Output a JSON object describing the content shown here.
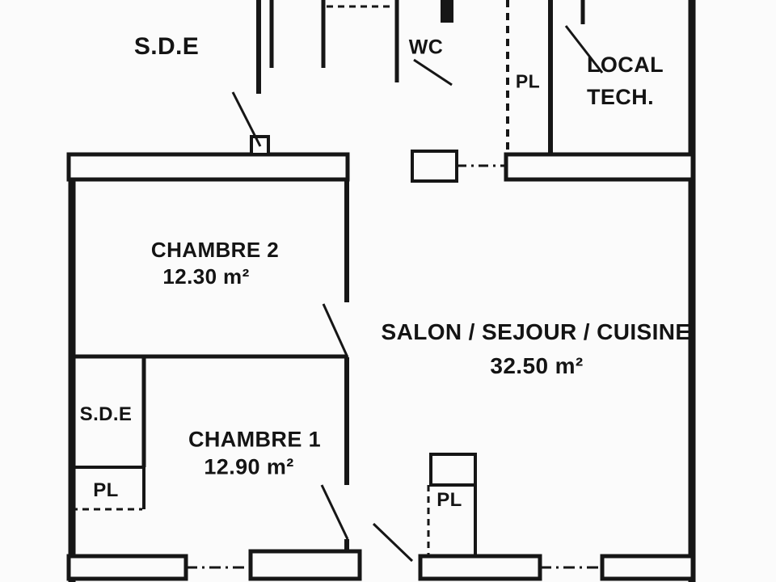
{
  "background": "#fbfbfb",
  "ink": "#161616",
  "labels": {
    "sde_top": "S.D.E",
    "wc": "WC",
    "pl_top": "PL",
    "local_tech_line1": "LOCAL",
    "local_tech_line2": "TECH.",
    "chambre2_name": "CHAMBRE 2",
    "chambre2_area": "12.30 m²",
    "salon_name": "SALON / SEJOUR / CUISINE",
    "salon_area": "32.50 m²",
    "sde_bottom": "S.D.E",
    "chambre1_name": "CHAMBRE 1",
    "chambre1_area": "12.90 m²",
    "pl_left": "PL",
    "pl_bottom": "PL"
  },
  "rooms": [
    {
      "name": "S.D.E (haut)"
    },
    {
      "name": "WC"
    },
    {
      "name": "PL (haut)"
    },
    {
      "name": "LOCAL TECH."
    },
    {
      "name": "CHAMBRE 2",
      "area_m2": "12.30"
    },
    {
      "name": "SALON / SEJOUR / CUISINE",
      "area_m2": "32.50"
    },
    {
      "name": "S.D.E (bas)"
    },
    {
      "name": "CHAMBRE 1",
      "area_m2": "12.90"
    },
    {
      "name": "PL (gauche)"
    },
    {
      "name": "PL (bas)"
    }
  ]
}
